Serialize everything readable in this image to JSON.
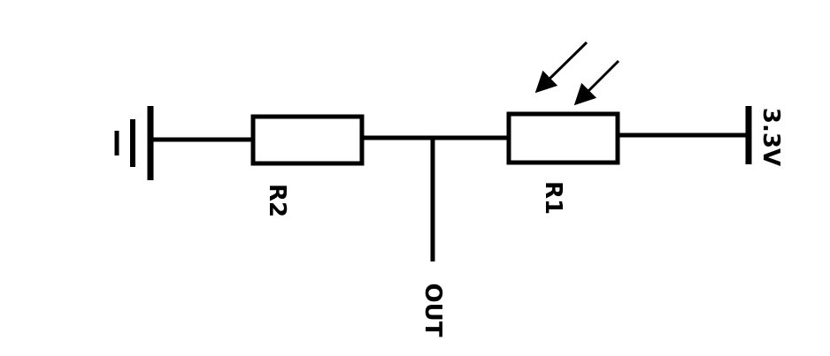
{
  "diagram": {
    "components": [
      {
        "id": "ground",
        "kind": "ground-symbol"
      },
      {
        "id": "r2",
        "kind": "resistor",
        "label": "R2"
      },
      {
        "id": "r1",
        "kind": "photoresistor",
        "label": "R1"
      },
      {
        "id": "supply",
        "kind": "supply-terminal",
        "label": "3.3V"
      },
      {
        "id": "out",
        "kind": "output-tap",
        "label": "OUT"
      }
    ],
    "colors": {
      "wire": "#000000",
      "background": "#ffffff"
    }
  }
}
